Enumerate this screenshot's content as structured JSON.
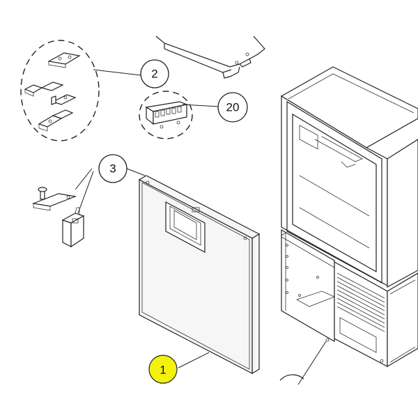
{
  "callouts": {
    "door": {
      "number": "1",
      "highlight_color": "#f2f20a"
    },
    "hinges": {
      "number": "2"
    },
    "handle_parts": {
      "number": "3"
    },
    "terminal_block": {
      "number": "20"
    }
  },
  "colors": {
    "line": "#222222",
    "highlight": "#f2f20a",
    "background": "#ffffff"
  }
}
